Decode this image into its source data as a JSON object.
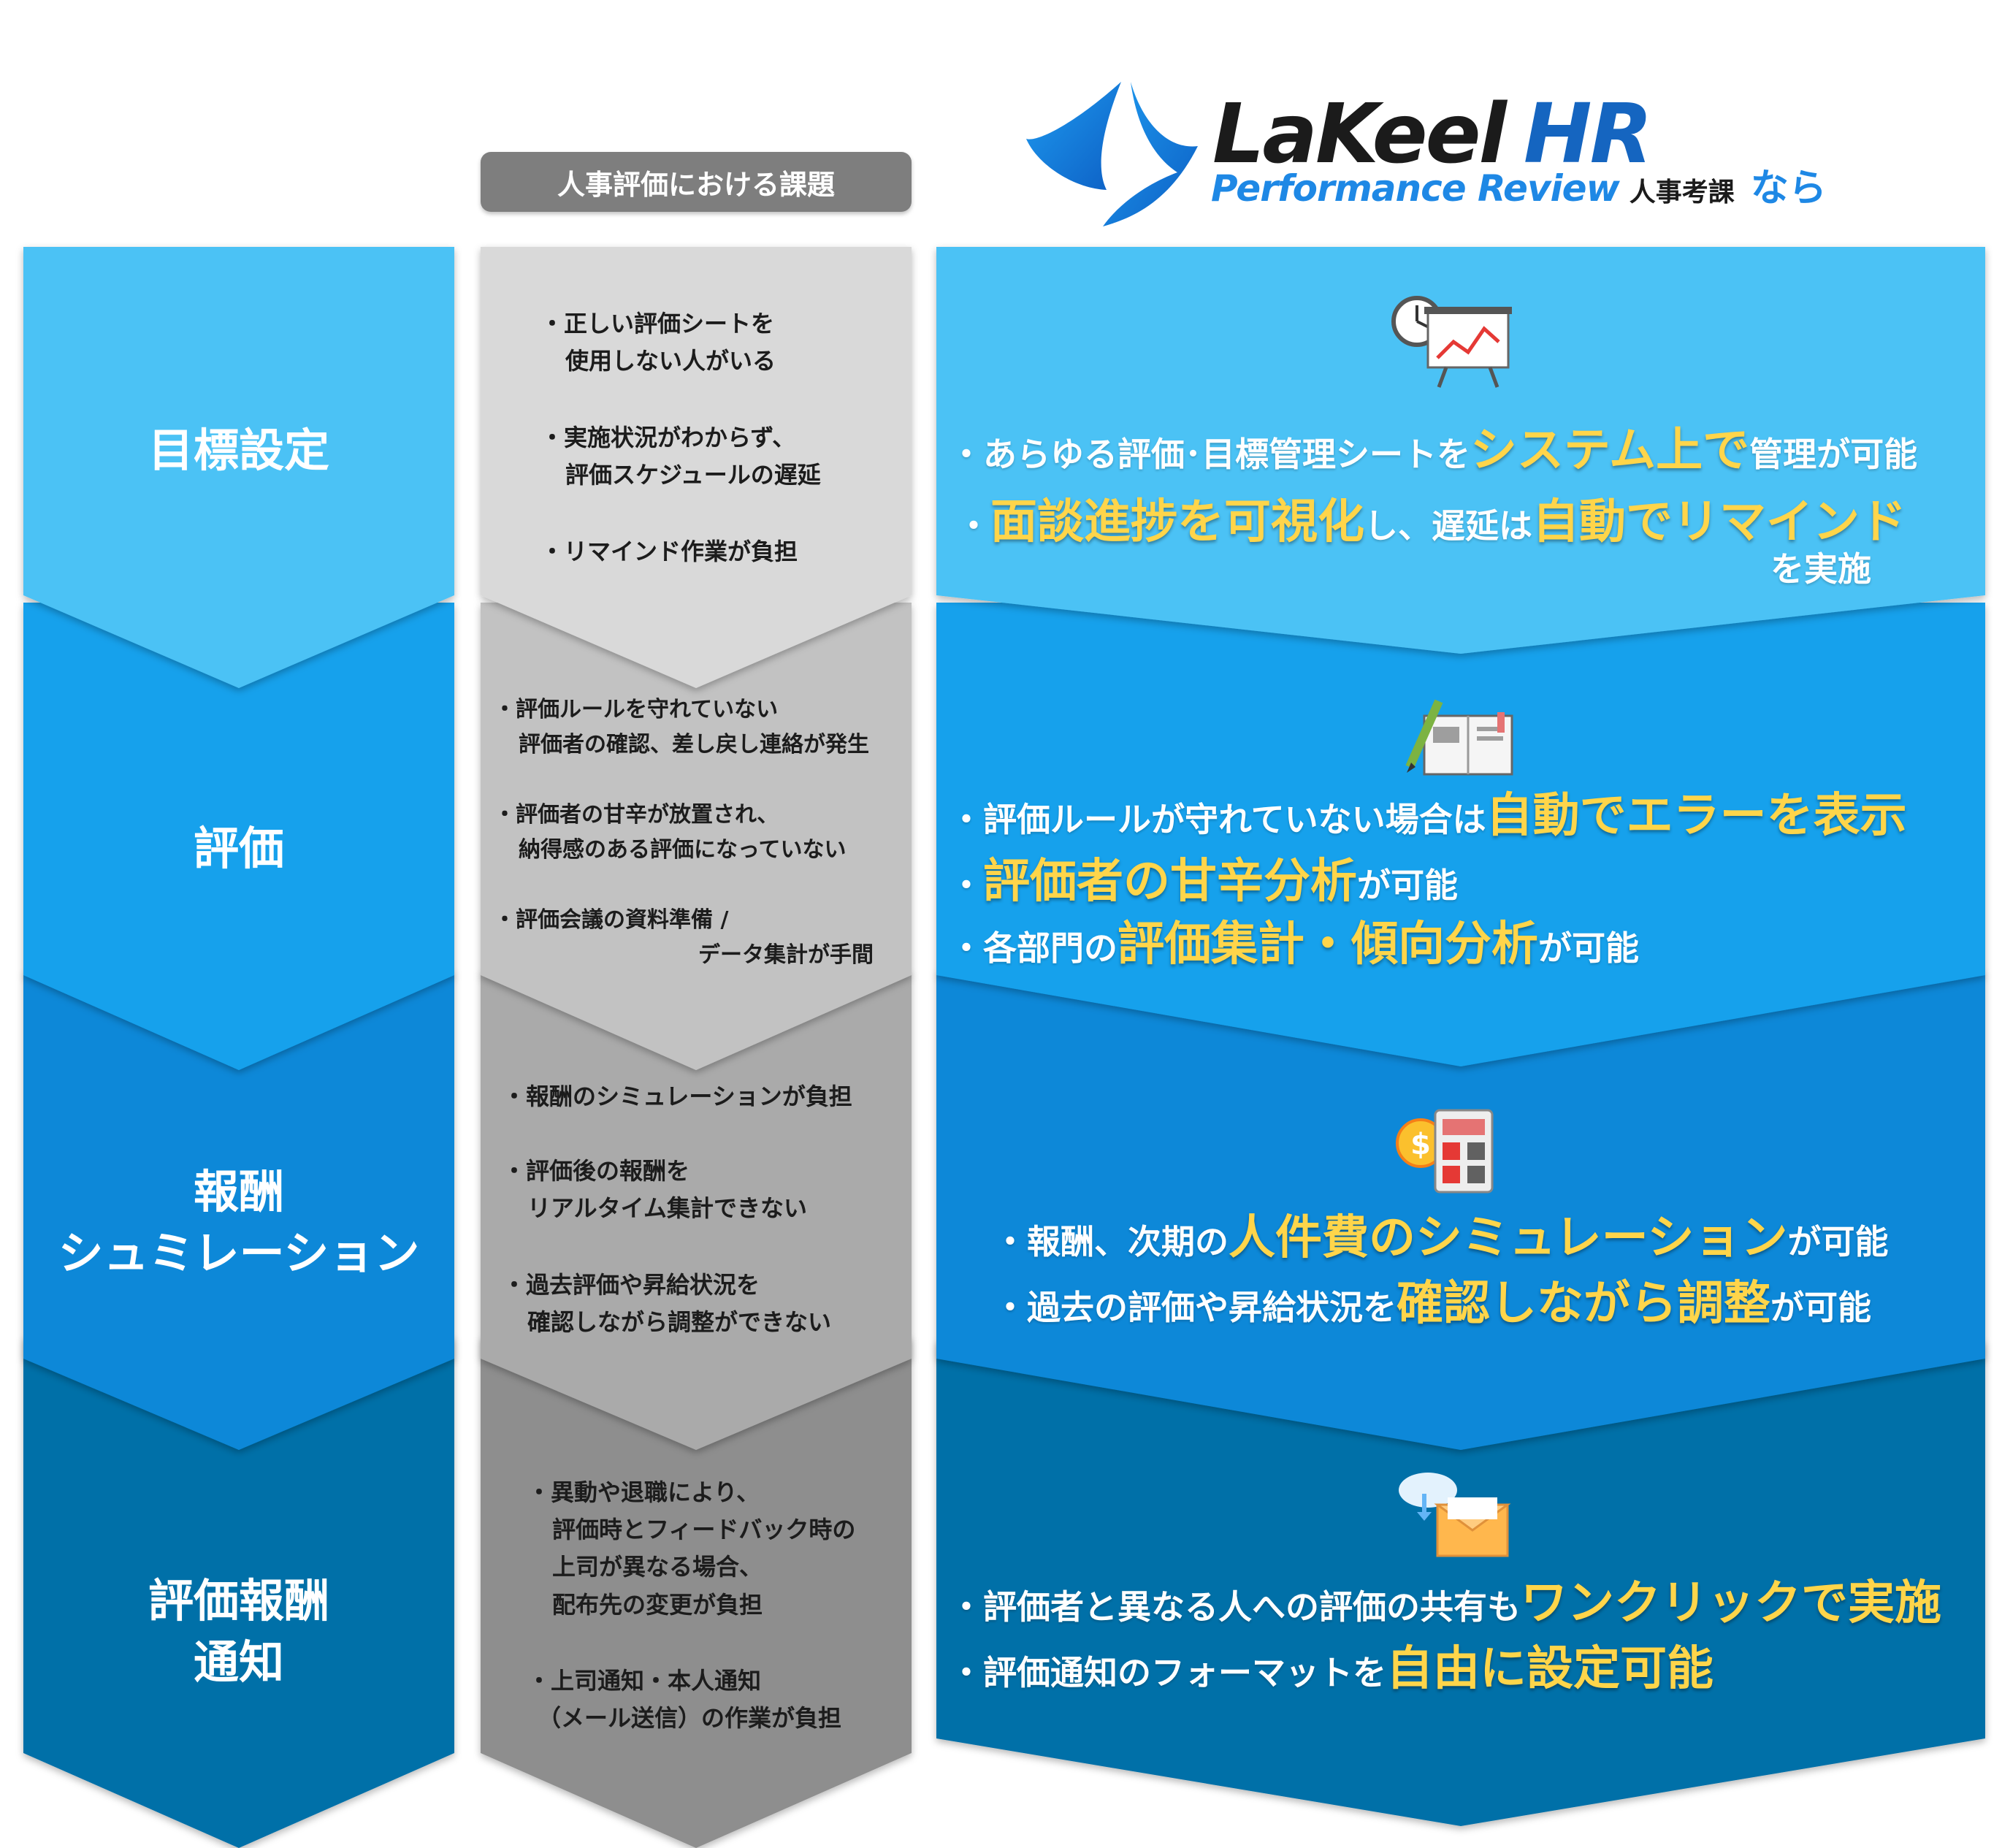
{
  "header": {
    "issues_title": "人事評価における課題",
    "brand_main": "LaKeel",
    "brand_hr": "HR",
    "brand_sub": "Performance Review",
    "brand_jp": "人事考課",
    "brand_nara": "なら"
  },
  "colors": {
    "stage1": "#4cc2f5",
    "stage2": "#14a1ec",
    "stage3": "#0a88d8",
    "stage4": "#066fa8",
    "issue1": "#d9d9d9",
    "issue2": "#c2c2c2",
    "issue3": "#aaaaaa",
    "issue4": "#8e8e8e",
    "highlight": "#ffd54a"
  },
  "stages": [
    {
      "label_lines": [
        "目標設定"
      ]
    },
    {
      "label_lines": [
        "評価"
      ]
    },
    {
      "label_lines": [
        "報酬",
        "シュミレーション"
      ]
    },
    {
      "label_lines": [
        "評価報酬",
        "通知"
      ]
    }
  ],
  "issues": {
    "s1": {
      "a1": "・正しい評価シートを",
      "a2": "使用しない人がいる",
      "b1": "・実施状況がわからず、",
      "b2": "評価スケジュールの遅延",
      "c1": "・リマインド作業が負担"
    },
    "s2": {
      "a1": "・評価ルールを守れていない",
      "a2": "評価者の確認、差し戻し連絡が発生",
      "b1": "・評価者の甘辛が放置され、",
      "b2": "納得感のある評価になっていない",
      "c1": "・評価会議の資料準備 /",
      "c2": "データ集計が手間"
    },
    "s3": {
      "a1": "・報酬のシミュレーションが負担",
      "b1": "・評価後の報酬を",
      "b2": "リアルタイム集計できない",
      "c1": "・過去評価や昇給状況を",
      "c2": "確認しながら調整ができない"
    },
    "s4": {
      "a1": "・異動や退職により、",
      "a2": "評価時とフィードバック時の",
      "a3": "上司が異なる場合、",
      "a4": "配布先の変更が負担",
      "b1": "・上司通知・本人通知",
      "b2": "（メール送信）の作業が負担"
    }
  },
  "solutions": {
    "s1": {
      "icon": "presentation-board-icon",
      "l1a": "・あらゆる評価･目標管理シートを",
      "l1b": "システム上で",
      "l1c": "管理が可能",
      "l2a": "・",
      "l2b": "面談進捗を可視化",
      "l2c": "し、遅延は",
      "l2d": "自動でリマインド",
      "l3": "を実施"
    },
    "s2": {
      "icon": "book-pencil-icon",
      "l1a": "・評価ルールが守れていない場合は",
      "l1b": "自動でエラーを表示",
      "l2a": "・",
      "l2b": "評価者の甘辛分析",
      "l2c": "が可能",
      "l3a": "・各部門の",
      "l3b": "評価集計・傾向分析",
      "l3c": "が可能"
    },
    "s3": {
      "icon": "calculator-coin-icon",
      "l1a": "・報酬、次期の",
      "l1b": "人件費のシミュレーション",
      "l1c": "が可能",
      "l2a": "・過去の評価や昇給状況を",
      "l2b": "確認しながら調整",
      "l2c": "が可能"
    },
    "s4": {
      "icon": "mail-envelope-icon",
      "l1a": "・評価者と異なる人への評価の共有も",
      "l1b": "ワンクリックで実施",
      "l2a": "・評価通知のフォーマットを",
      "l2b": "自由に設定可能"
    }
  }
}
